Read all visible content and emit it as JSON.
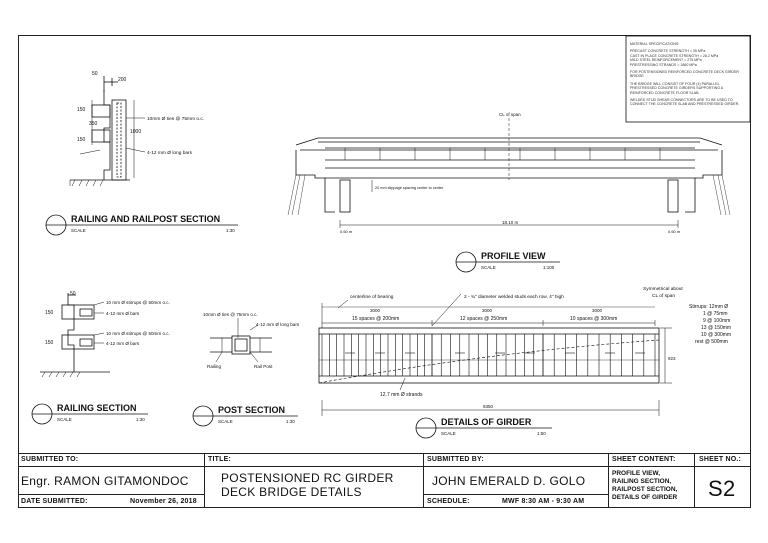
{
  "notes": {
    "heading": "MATERIAL SPECIFICATIONS:",
    "lines": [
      "PRECAST CONCRETE STRENGTH = 35 MPa",
      "CAST IN PLACE CONCRETE STRENGTH = 28.2 MPa",
      "MILD STEEL REINFORCEMENT = 275 MPa",
      "PRESTRESSING STRANDS = 1860 MPa",
      "FOR POSTENSIONED REINFORCED CONCRETE DECK GIRDER BRIDGE",
      "THE BRIDGE WILL CONSIST OF FOUR (4) PARALLEL PRESTRESSED CONCRETE GIRDERS SUPPORTING A REINFORCED CONCRETE FLOOR SLAB.",
      "WELDED STUD SHEAR CONNECTORS ARE TO BE USED TO CONNECT THE CONCRETE SLAB AND PRESTRESSED GIRDER."
    ]
  },
  "railpost_section": {
    "title": "RAILING AND RAILPOST SECTION",
    "scale_label": "SCALE",
    "scale_value": "1:30",
    "dims": [
      "50",
      "200",
      "150",
      "350",
      "150",
      "1000"
    ],
    "notes": [
      "10mm Ø ties @ 75mm o.c.",
      "4-12 mm Ø long bars"
    ]
  },
  "profile_view": {
    "title": "PROFILE VIEW",
    "scale_label": "SCALE",
    "scale_value": "1:100",
    "cl_label": "CL of span",
    "gap_note": "20 mm slippage spacing center to center",
    "span_dim": "18.10 m",
    "left_dim": "0.60 m",
    "right_dim": "0.60 m"
  },
  "railing_section": {
    "title": "RAILING SECTION",
    "scale_label": "SCALE",
    "scale_value": "1:30",
    "dims": [
      "50",
      "150",
      "150"
    ],
    "notes": [
      "10 mm Ø stirrups @ 50mm o.c.",
      "4-12 mm Ø bars",
      "10 mm Ø stirrups @ 50mm o.c.",
      "4-12 mm Ø bars"
    ]
  },
  "post_section": {
    "title": "POST SECTION",
    "scale_label": "SCALE",
    "scale_value": "1:30",
    "notes": [
      "10mm Ø ties @ 75mm o.c.",
      "4-12 mm Ø long bars"
    ],
    "labels": [
      "Railing",
      "Rail Post"
    ]
  },
  "girder_details": {
    "title": "DETAILS OF GIRDER",
    "scale_label": "SCALE",
    "scale_value": "1:50",
    "centerline_label": "centerline of bearing",
    "studs_label": "2 - ¾\" diameter welded studs each row, 4\" high",
    "symmetric_label": [
      "Symmetrical about",
      "CL of span"
    ],
    "spacing_dims": [
      "3000",
      "3000",
      "3000"
    ],
    "spacing_labels": [
      "15 spaces @ 200mm",
      "12 spaces @ 250mm",
      "10 spaces @ 300mm"
    ],
    "strands_label": "12.7 mm Ø strands",
    "right_dim": "923",
    "total_dim": "9350",
    "stirrups": [
      "Stirrups:  12mm Ø",
      "1 @ 75mm",
      "9 @ 100mm",
      "13 @ 150mm",
      "10 @ 300mm",
      "rest @ 500mm"
    ]
  },
  "title_block": {
    "submitted_to_label": "SUBMITTED TO:",
    "submitted_to": "Engr. RAMON GITAMONDOC",
    "date_label": "DATE SUBMITTED:",
    "date": "November 26, 2018",
    "title_label": "TITLE:",
    "title_line1": "POSTENSIONED RC GIRDER",
    "title_line2": "DECK BRIDGE DETAILS",
    "submitted_by_label": "SUBMITTED BY:",
    "submitted_by": "JOHN EMERALD D. GOLO",
    "schedule_label": "SCHEDULE:",
    "schedule": "MWF 8:30 AM - 9:30 AM",
    "sheet_content_label": "SHEET CONTENT:",
    "sheet_content": [
      "PROFILE VIEW,",
      "RAILING SECTION,",
      "RAILPOST SECTION,",
      "DETAILS OF GIRDER"
    ],
    "sheet_no_label": "SHEET NO.:",
    "sheet_no": "S2"
  }
}
